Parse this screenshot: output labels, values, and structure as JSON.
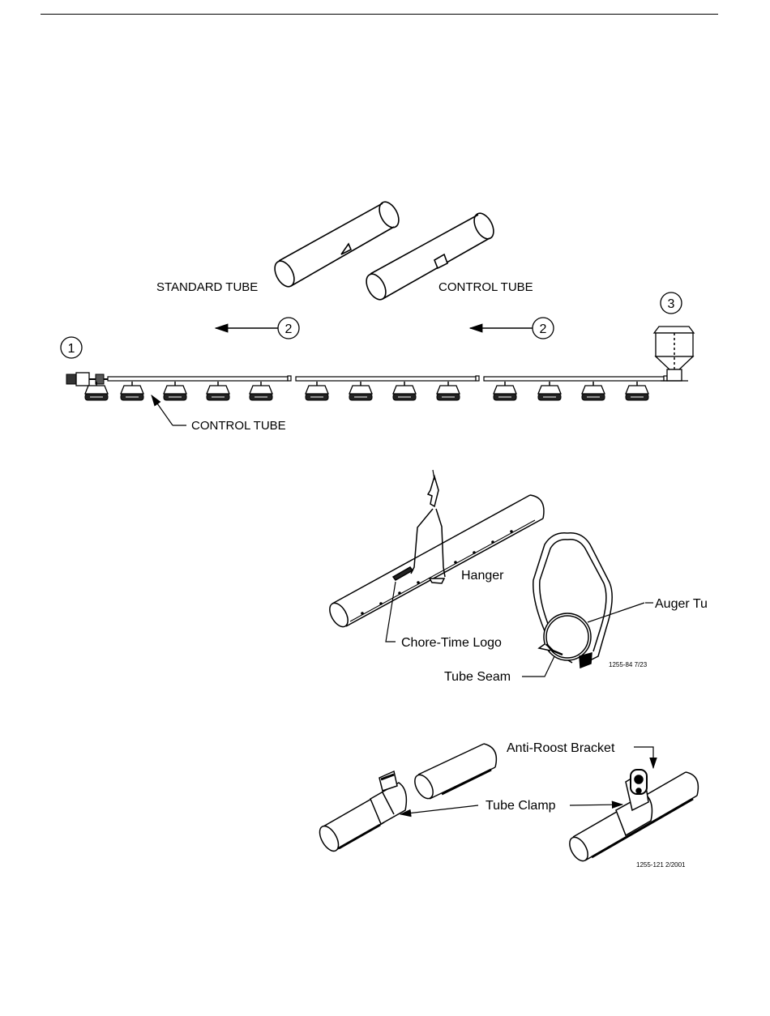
{
  "layout_diagram": {
    "standard_tube_label": "STANDARD TUBE",
    "control_tube_top_label": "CONTROL TUBE",
    "control_tube_bottom_label": "CONTROL TUBE",
    "callout_1": "1",
    "callout_2a": "2",
    "callout_2b": "2",
    "callout_3": "3"
  },
  "hanger_diagram": {
    "hanger_label": "Hanger",
    "auger_tube_label": "Auger Tu",
    "logo_label": "Chore-Time Logo",
    "seam_label": "Tube Seam",
    "figure_code": "1255-84 7/23"
  },
  "clamp_diagram": {
    "bracket_label": "Anti-Roost Bracket",
    "clamp_label": "Tube Clamp",
    "figure_code": "1255-121 2/2001"
  }
}
